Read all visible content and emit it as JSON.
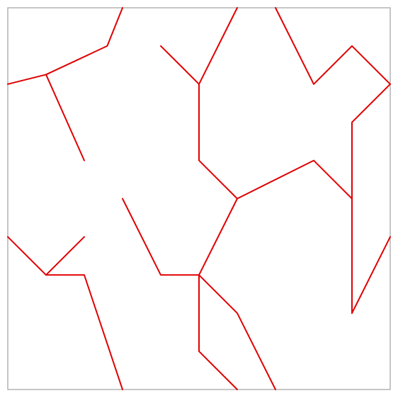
{
  "diagram": {
    "background_color": "#ffffff",
    "frame_color": "#b3b3b3",
    "line_color": "#e00000",
    "grid": {
      "columns": 10,
      "rows": 10
    },
    "paths": [
      [
        [
          0,
          2
        ],
        [
          1,
          1.75
        ],
        [
          2.6,
          1
        ],
        [
          3,
          0
        ]
      ],
      [
        [
          1,
          1.75
        ],
        [
          2,
          4
        ]
      ],
      [
        [
          4,
          1
        ],
        [
          5,
          2
        ],
        [
          6,
          0
        ]
      ],
      [
        [
          5,
          2
        ],
        [
          5,
          4
        ],
        [
          6,
          5
        ]
      ],
      [
        [
          7,
          0
        ],
        [
          8,
          2
        ],
        [
          9,
          1
        ],
        [
          10,
          2
        ],
        [
          9,
          3
        ],
        [
          9,
          8
        ]
      ],
      [
        [
          6,
          5
        ],
        [
          8,
          4
        ],
        [
          9,
          5
        ]
      ],
      [
        [
          10,
          6
        ],
        [
          9,
          8
        ]
      ],
      [
        [
          6,
          5
        ],
        [
          5,
          7
        ]
      ],
      [
        [
          3,
          5
        ],
        [
          4,
          7
        ],
        [
          5,
          7
        ]
      ],
      [
        [
          5,
          7
        ],
        [
          6,
          8
        ],
        [
          7,
          10
        ]
      ],
      [
        [
          5,
          7
        ],
        [
          5,
          9
        ],
        [
          6,
          10
        ]
      ],
      [
        [
          0,
          6
        ],
        [
          1,
          7
        ],
        [
          2,
          6
        ]
      ],
      [
        [
          1,
          7
        ],
        [
          2,
          7
        ],
        [
          3,
          10
        ]
      ]
    ]
  }
}
